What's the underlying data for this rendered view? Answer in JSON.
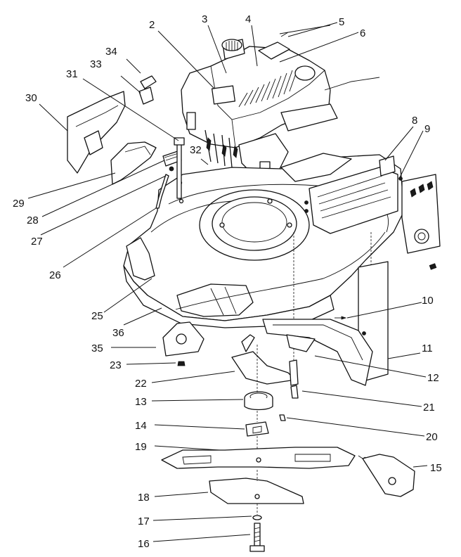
{
  "callouts": {
    "c1": "2",
    "c2": "3",
    "c3": "4",
    "c4": "5",
    "c5": "6",
    "c6": "34",
    "c7": "33",
    "c8": "31",
    "c9": "30",
    "c10": "32",
    "c11": "8",
    "c12": "9",
    "c13": "29",
    "c14": "28",
    "c15": "27",
    "c16": "26",
    "c17": "10",
    "c18": "25",
    "c19": "36",
    "c20": "11",
    "c21": "35",
    "c22": "23",
    "c23": "12",
    "c24": "22",
    "c25": "21",
    "c26": "13",
    "c27": "20",
    "c28": "14",
    "c29": "19",
    "c30": "15",
    "c31": "18",
    "c32": "17",
    "c33": "16"
  }
}
